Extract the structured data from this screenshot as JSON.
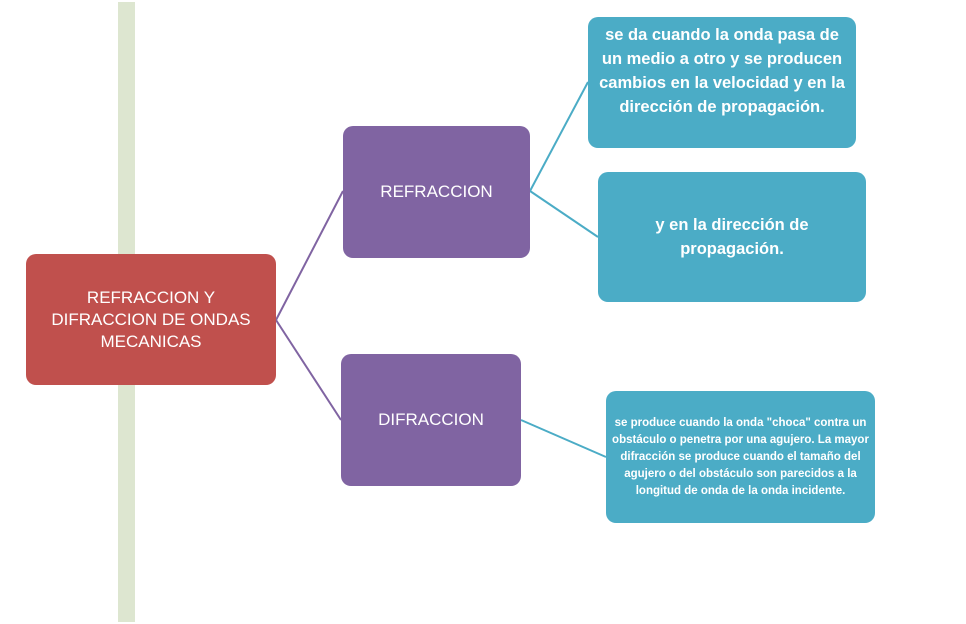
{
  "diagram": {
    "root": {
      "label": "REFRACCION Y DIFRACCION DE ONDAS MECANICAS"
    },
    "branches": [
      {
        "label": "REFRACCION",
        "details": [
          "se da cuando la onda pasa de un medio a otro y se producen cambios en la velocidad y en la dirección de propagación.",
          "y en la dirección de propagación."
        ]
      },
      {
        "label": "DIFRACCION",
        "details": [
          "se produce cuando la onda \"choca\" contra un obstáculo o penetra por una agujero. La mayor difracción se produce cuando el tamaño del agujero o del obstáculo son parecidos a la longitud de onda de la onda incidente."
        ]
      }
    ]
  },
  "colors": {
    "root": "#c0504d",
    "branch": "#8064a2",
    "leaf": "#4bacc6",
    "branch_connector": "#8064a2",
    "leaf_connector": "#4bacc6",
    "timeline_bar": "#dde6d0",
    "text": "#ffffff"
  }
}
